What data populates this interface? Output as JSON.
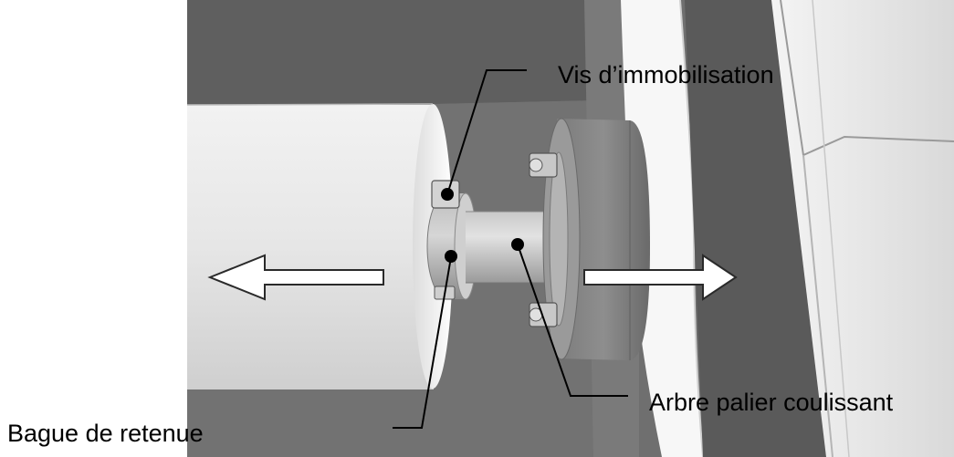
{
  "labels": {
    "screw": "Vis d’immobilisation",
    "shaft": "Arbre palier coulissant",
    "ring": "Bague de retenue"
  },
  "colors": {
    "background": "#ffffff",
    "render_gray_dark": "#6e6e6e",
    "render_gray_light": "#e9e9e9",
    "arrow_fill": "#ffffff",
    "marker": "#000000"
  }
}
